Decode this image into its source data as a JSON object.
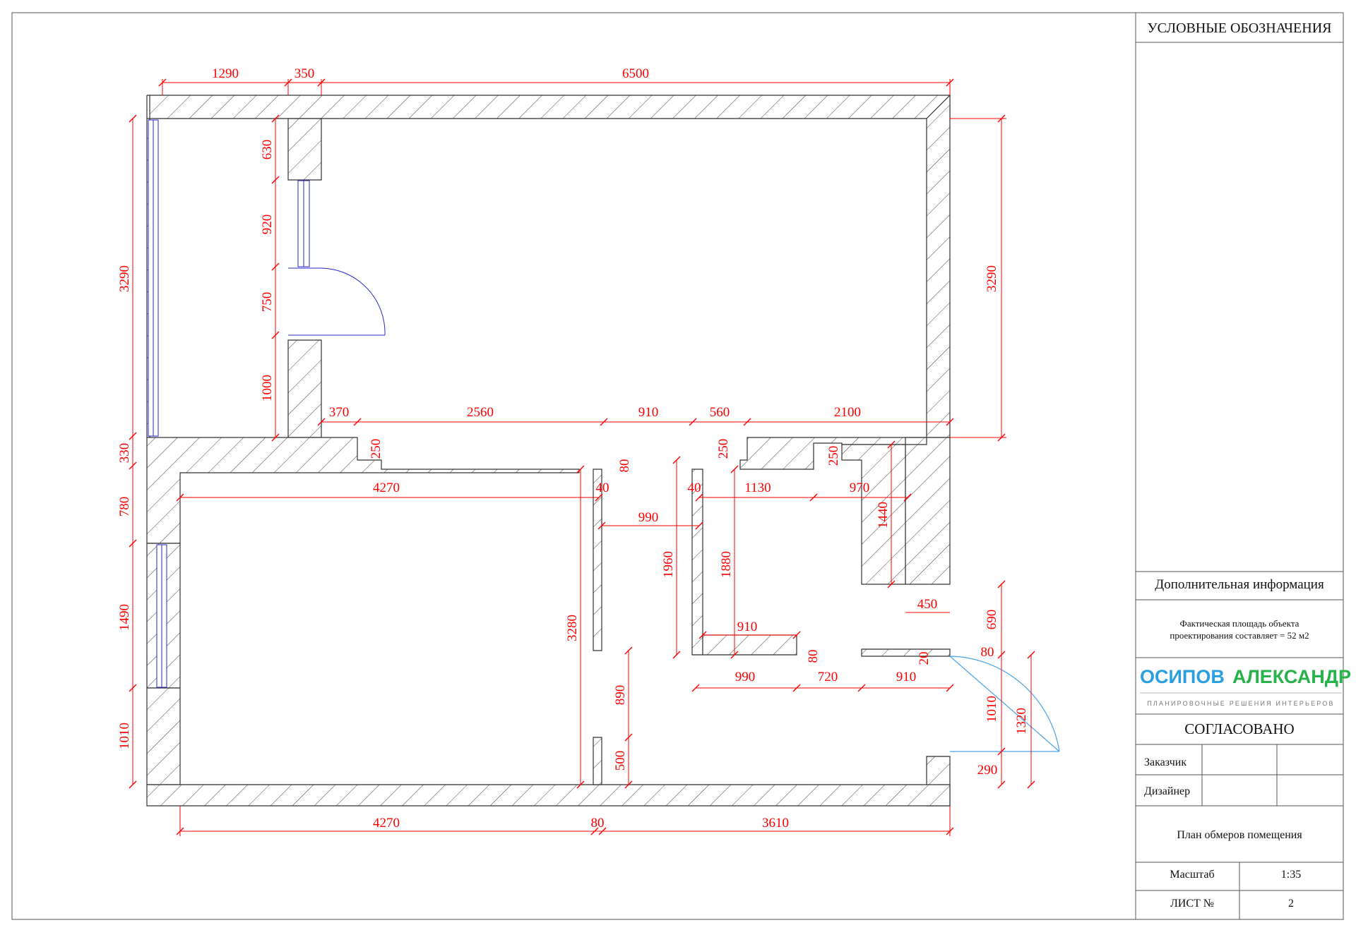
{
  "title_block": {
    "legend_title": "УСЛОВНЫЕ ОБОЗНАЧЕНИЯ",
    "additional_info_title": "Дополнительная информация",
    "area_note_line1": "Фактическая площадь объекта",
    "area_note_line2": "проектирования составляет  = 52 м2",
    "brand_name_part1": "ОСИПОВ",
    "brand_name_part2": "АЛЕКСАНДР",
    "brand_tagline": "ПЛАНИРОВОЧНЫЕ РЕШЕНИЯ ИНТЕРЬЕРОВ",
    "approved_label": "СОГЛАСОВАНО",
    "customer_label": "Заказчик",
    "designer_label": "Дизайнер",
    "drawing_title": "План обмеров помещения",
    "scale_label": "Масштаб",
    "scale_value": "1:35",
    "sheet_label": "ЛИСТ №",
    "sheet_value": "2"
  },
  "dimensions": {
    "top_1290": "1290",
    "top_350": "350",
    "top_6500": "6500",
    "left_3290": "3290",
    "right_3290": "3290",
    "inner_630": "630",
    "inner_920": "920",
    "inner_750": "750",
    "inner_1000": "1000",
    "left_330": "330",
    "left_780": "780",
    "left_1490": "1490",
    "left_1010": "1010",
    "mid_370": "370",
    "mid_2560": "2560",
    "mid_910": "910",
    "mid_560": "560",
    "mid_2100": "2100",
    "step_250_a": "250",
    "step_250_b": "250",
    "step_250_c": "250",
    "wall_80_top": "80",
    "room_4270": "4270",
    "wall_40_a": "40",
    "wall_40_b": "40",
    "bath_1130": "1130",
    "bath_970": "970",
    "hall_990": "990",
    "bath_1440": "1440",
    "hall_1960": "1960",
    "bath_1880": "1880",
    "room_3280": "3280",
    "niche_450": "450",
    "ent_690": "690",
    "bath_910": "910",
    "wall_80_mid": "80",
    "ent_20": "20",
    "ent_80": "80",
    "bot_990": "990",
    "bot_720": "720",
    "bot_910": "910",
    "door_890": "890",
    "ent_1010": "1010",
    "ent_1320": "1320",
    "door_500": "500",
    "ent_290": "290",
    "bottom_4270": "4270",
    "bottom_80": "80",
    "bottom_3610": "3610"
  }
}
